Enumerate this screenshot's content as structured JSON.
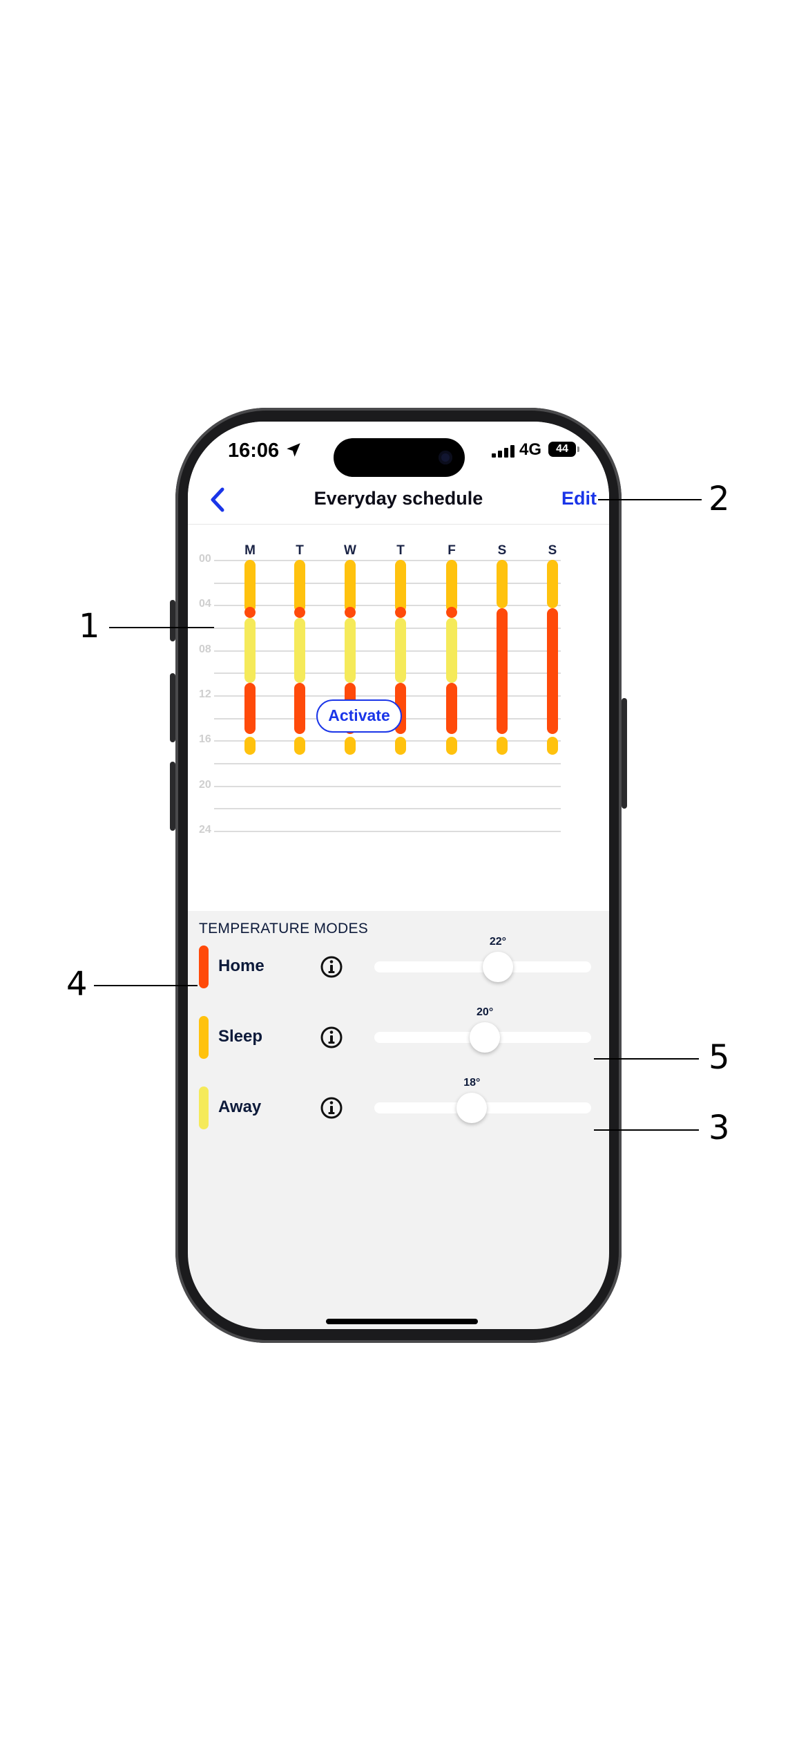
{
  "status_bar": {
    "time": "16:06",
    "network": "4G",
    "battery": "44"
  },
  "nav": {
    "title": "Everyday schedule",
    "edit_label": "Edit"
  },
  "schedule": {
    "days": [
      "M",
      "T",
      "W",
      "T",
      "F",
      "S",
      "S"
    ],
    "hours": [
      "00",
      "04",
      "08",
      "12",
      "16",
      "20",
      "24"
    ],
    "activate_label": "Activate"
  },
  "modes": {
    "title": "TEMPERATURE MODES",
    "items": [
      {
        "label": "Home",
        "temp": "22°",
        "color": "#ff4a0a",
        "slider_value": 0.57
      },
      {
        "label": "Sleep",
        "temp": "20°",
        "color": "#ffc20e",
        "slider_value": 0.51
      },
      {
        "label": "Away",
        "temp": "18°",
        "color": "#f5ea5a",
        "slider_value": 0.45
      }
    ]
  },
  "colors": {
    "accent": "#1a35e8",
    "home": "#ff4a0a",
    "sleep": "#ffc20e",
    "away": "#f5ea5a"
  },
  "callouts": [
    "1",
    "2",
    "3",
    "4",
    "5"
  ]
}
